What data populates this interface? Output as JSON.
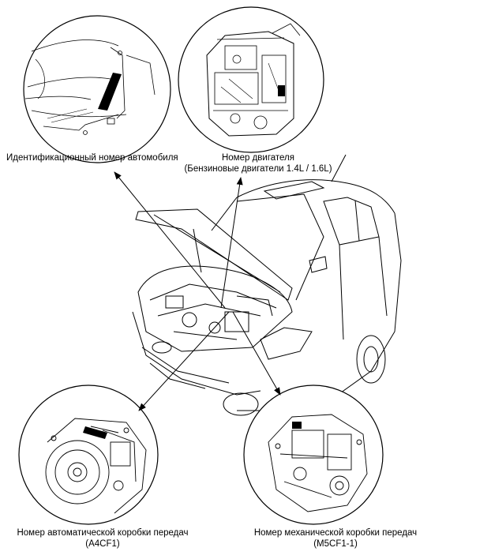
{
  "labels": {
    "vin": "Идентификационный номер автомобиля",
    "engine_title": "Номер двигателя",
    "engine_sub": "(Бензиновые двигатели 1.4L / 1.6L)",
    "auto_trans_title": "Номер автоматической коробки передач",
    "auto_trans_sub": "(A4CF1)",
    "manual_trans_title": "Номер механической коробки передач",
    "manual_trans_sub": "(M5CF1-1)"
  },
  "colors": {
    "line": "#000000",
    "background": "#ffffff",
    "marker": "#000000"
  }
}
